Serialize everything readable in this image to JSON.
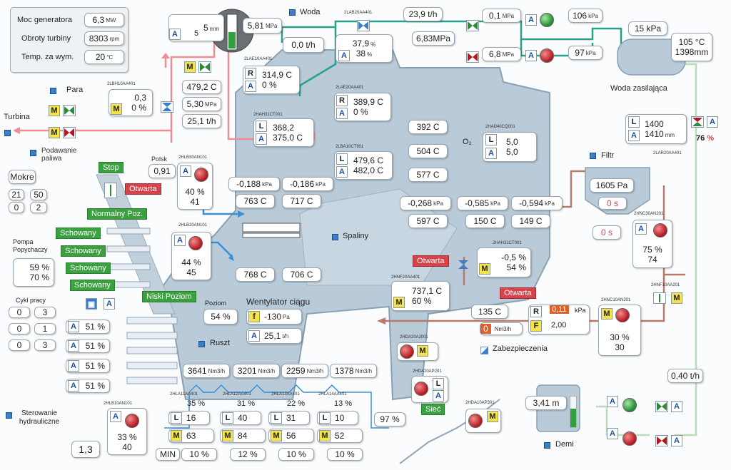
{
  "colors": {
    "water": "#2aa08a",
    "steam": "#f08c94",
    "air": "#3a8fd6",
    "flue": "#b87a6a",
    "active_green": "#3aa040",
    "alarm_red": "#d8434b",
    "boiler": "#b9cad8"
  },
  "info": {
    "generator_label": "Moc generatora",
    "generator_val": "6,3",
    "generator_unit": "MW",
    "turbine_label": "Obroty turbiny",
    "turbine_val": "8303",
    "turbine_unit": "rpm",
    "temp_label": "Temp. za wym.",
    "temp_val": "20",
    "temp_unit": "°C"
  },
  "drum": {
    "level_val": "5",
    "level_unit": "mm",
    "a_val": "5",
    "pressure": "5,81",
    "pressure_unit": "MPa"
  },
  "water": {
    "label": "Woda",
    "tag": "2LAB20AA401",
    "flow": "23,9 t/h",
    "pump1_p": "0,1",
    "pump1_unit": "MPa",
    "pump1_out": "106",
    "pump1_out_unit": "kPa",
    "pump2_p": "6,8",
    "pump2_unit": "MPa",
    "pump2_out": "97",
    "pump2_out_unit": "kPa",
    "line_p": "6,83MPa",
    "valve_set": "37,9",
    "valve_a": "38",
    "flow0": "0,0 t/h",
    "feed_label": "Woda zasilająca",
    "feed_p": "15 kPa",
    "feed_t": "105 °C",
    "feed_lvl": "1398mm",
    "feed_L": "1400",
    "feed_A": "1410",
    "feed_unit": "mm",
    "feed_pct": "76",
    "feed_tag": "2LAR20AA401"
  },
  "steam": {
    "para_label": "Para",
    "para_tag": "2LBH10AA401",
    "para_val": "0,3",
    "para_a": "0",
    "turbina_label": "Turbina",
    "podawanie_label": "Podawanie paliwa",
    "t479": "479,2 C",
    "p530": "5,30",
    "p530_unit": "MPa",
    "flow251": "25,1 t/h",
    "sh1_tag": "2LAE10AA401",
    "sh1_r": "314,9",
    "sh1_a": "0",
    "sh2_tag": "2LAE20AA401",
    "sh2_r": "389,9",
    "sh2_a": "0",
    "sh3_tag": "2HAH31CT001",
    "sh3_l": "368,2",
    "sh3_a": "375,0",
    "sh4_tag": "2LBA10CT901",
    "sh4_l": "479,6",
    "sh4_a": "482,0"
  },
  "flue": {
    "t392": "392 C",
    "t504": "504 C",
    "t577": "577 C",
    "o2_label": "O₂",
    "o2_tag": "2HAD40CQ001",
    "o2_l": "5,0",
    "o2_a": "5,0",
    "p1": "-0,268",
    "p2": "-0,585",
    "p3": "-0,594",
    "t597": "597 C",
    "t150": "150 C",
    "t149": "149 C",
    "p4": "-0,188",
    "p5": "-0,186",
    "t763": "763 C",
    "t717": "717 C",
    "t768": "768 C",
    "t706": "706 C",
    "kpa": "kPa",
    "spaliny_label": "Spaliny",
    "otwarta1": "Otwarta",
    "otwarta2": "Otwarta",
    "damper_tag": "2HAH31CT001",
    "damper_val": "-0,5",
    "damper_m": "54"
  },
  "filter": {
    "label": "Filtr",
    "val1": "1605 Pa",
    "s1": "0 s",
    "s2": "0 s",
    "fan_tag": "2HNC30AN201",
    "fan_pct": "75",
    "fan_val": "74",
    "aux_tag": "2HNF10AA201"
  },
  "fan": {
    "tag": "2HNF20AA401",
    "val": "737,1",
    "pct": "60",
    "label": "Wentylator ciągu",
    "poziom_label": "Poziom",
    "poziom_val": "54 %",
    "f_val": "-130",
    "f_unit": "Pa",
    "a_val": "25,1",
    "a_unit": "t/h"
  },
  "exhaust": {
    "t135": "135 C",
    "r_val": "0,11",
    "r_unit": "kPa",
    "f_val": "2,00",
    "nm3": "0",
    "nm3_unit": "Nm3/h",
    "zab_label": "Zabezpieczenia",
    "fan2_tag": "2HNC10AN201",
    "fan2_pct": "30",
    "fan2_val": "30"
  },
  "left": {
    "polsk": "Polsk",
    "polsk_val": "0,91",
    "stop": "Stop",
    "otwarta": "Otwarta",
    "normalny": "Normalny Poz.",
    "mokre": "Mokre",
    "schowany": [
      "Schowany",
      "Schowany",
      "Schowany",
      "Schowany"
    ],
    "niski": "Niski Poziom",
    "hb_tag": "2HLB30AN101",
    "hb_pct": "40",
    "hb_val": "41",
    "pompa_label": "Pompa Popychaczy",
    "pompa_a": "59",
    "pompa_b": "70",
    "cykl_label": "Cykl pracy",
    "cykl": [
      "0",
      "3",
      "0",
      "1",
      "0",
      "3"
    ],
    "grid_nums": [
      "21",
      "50",
      "0",
      "2"
    ],
    "fan1_tag": "2HLB20AN101",
    "fan1_pct": "44",
    "fan1_val": "45",
    "grate": [
      "51",
      "51",
      "51",
      "51"
    ],
    "ruszt_label": "Ruszt",
    "hyd_label": "Sterowanie hydrauliczne",
    "hyd_tag": "2HLB10AN101",
    "hyd_pct": "33",
    "hyd_val": "40",
    "hyd_num": "1,3"
  },
  "air": {
    "flows": [
      "3641",
      "3201",
      "2259",
      "1378"
    ],
    "unit": "Nm3/h",
    "zones": [
      {
        "tag": "2HLA11AA401",
        "pct": "35",
        "l": "16",
        "m": "63"
      },
      {
        "tag": "2HLA12AA401",
        "pct": "31",
        "l": "40",
        "m": "84"
      },
      {
        "tag": "2HLA13AA401",
        "pct": "22",
        "l": "31",
        "m": "56"
      },
      {
        "tag": "2HLA14AA401",
        "pct": "13",
        "l": "10",
        "m": "52"
      }
    ],
    "min_label": "MIN",
    "min_vals": [
      "10",
      "12",
      "10",
      "10"
    ],
    "p97": "97"
  },
  "bottom": {
    "ash_tag": "2HDA20AJ001",
    "ash2_tag": "2HDA20AP201",
    "siec": "Sieć",
    "ash3_tag": "2HDA10AP301",
    "demi_label": "Demi",
    "demi_lvl": "3,41 m",
    "demi_flow": "0,40 t/h"
  }
}
